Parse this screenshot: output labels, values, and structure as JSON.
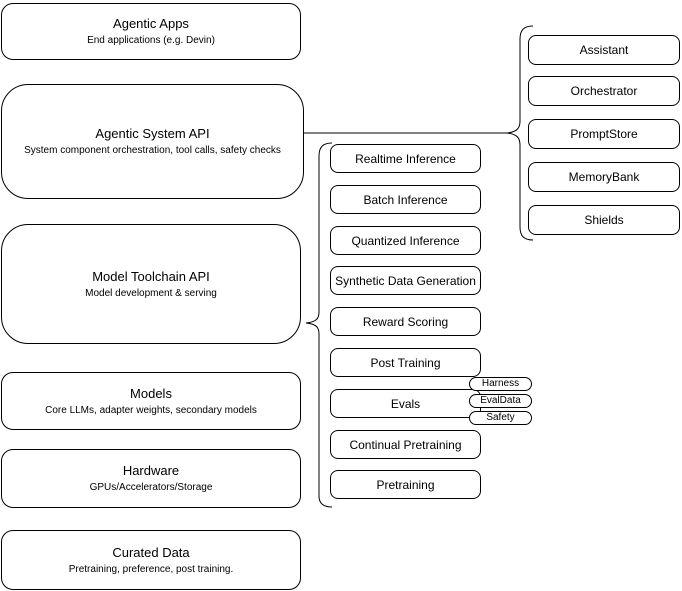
{
  "diagram": {
    "left_stack": [
      {
        "title": "Agentic Apps",
        "subtitle": "End applications (e.g. Devin)"
      },
      {
        "title": "Agentic System API",
        "subtitle": "System component orchestration, tool calls, safety checks"
      },
      {
        "title": "Model Toolchain API",
        "subtitle": "Model development & serving"
      },
      {
        "title": "Models",
        "subtitle": "Core LLMs, adapter weights, secondary models"
      },
      {
        "title": "Hardware",
        "subtitle": "GPUs/Accelerators/Storage"
      },
      {
        "title": "Curated Data",
        "subtitle": "Pretraining, preference, post training."
      }
    ],
    "toolchain_items": [
      "Realtime Inference",
      "Batch Inference",
      "Quantized Inference",
      "Synthetic Data Generation",
      "Reward Scoring",
      "Post Training",
      "Evals",
      "Continual Pretraining",
      "Pretraining"
    ],
    "evals_tags": [
      "Harness",
      "EvalData",
      "Safety"
    ],
    "system_components": [
      "Assistant",
      "Orchestrator",
      "PromptStore",
      "MemoryBank",
      "Shields"
    ],
    "colors": {
      "stroke": "#000000",
      "fill": "#ffffff",
      "background": "#ffffff",
      "text": "#000000"
    }
  }
}
